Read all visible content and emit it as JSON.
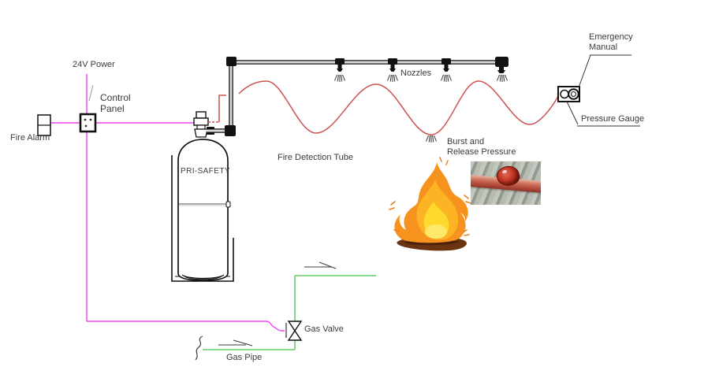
{
  "diagram": {
    "title": "Fire suppression system diagram",
    "labels": {
      "power": "24V Power",
      "control_panel_line1": "Control",
      "control_panel_line2": "Panel",
      "fire_alarm": "Fire Alarm",
      "tank_brand": "PRI-SAFETY",
      "detection_tube": "Fire Detection Tube",
      "nozzles": "Nozzles",
      "emergency_line1": "Emergency",
      "emergency_line2": "Manual",
      "pressure_gauge": "Pressure Gauge",
      "burst_line1": "Burst and",
      "burst_line2": "Release Pressure",
      "gas_valve": "Gas Valve",
      "gas_pipe": "Gas Pipe"
    },
    "colors": {
      "wire_signal": "#ee44ee",
      "detection_tube": "#cc5252",
      "gas_pipe": "#76d276",
      "pipe_dark": "#111111",
      "pipe_inner": "#d9d9d9",
      "label_text": "#3a3a3a",
      "flame_outer": "#f6921e",
      "flame_mid": "#fcb324",
      "flame_core": "#ffd92e",
      "ember_dark": "#6b3410"
    },
    "icons": [
      "fire-alarm-icon",
      "control-panel-icon",
      "cylinder-tank-icon",
      "tank-valve-icon",
      "pipe-elbow-icon",
      "nozzle-icon",
      "spray-icon",
      "pressure-gauge-device-icon",
      "burst-point-icon",
      "flame-icon",
      "gas-valve-icon",
      "flow-arrow-icon",
      "pipe-break-icon",
      "burst-tube-photo"
    ]
  }
}
